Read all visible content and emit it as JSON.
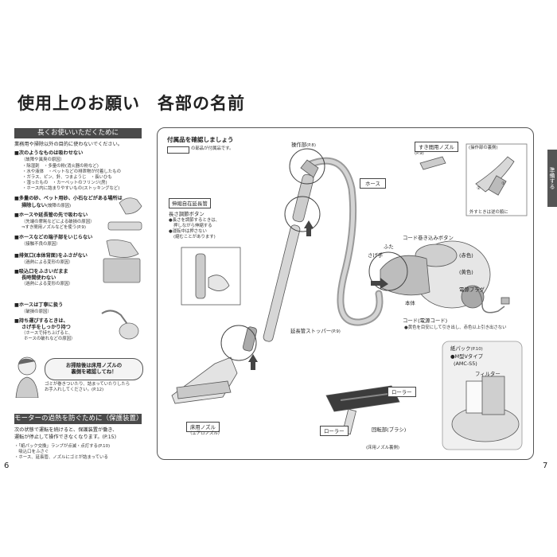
{
  "page_title": "使用上のお願い　各部の名前",
  "left": {
    "header1": "長くお使いいただくために",
    "intro": "業務用や掃除以外の目的に使わないでください。",
    "section1": {
      "title": "■次のようなものは吸わせない",
      "sub": "（故障や異臭の原因）",
      "items": [
        "・除湿剤　・多量の粉(消火器の粉など)",
        "・水や液体　・ペットなどの排泄物が付着したもの",
        "・ガラス、ピン、針、つまようじ　・長いひも",
        "・湿ったもの　・カーペットのフリンジ(房)",
        "・ホース内に詰まりやすいもの(ストッキングなど)"
      ]
    },
    "section2": {
      "title": "■多量の砂、ペット用砂、小石などがある場所は",
      "title2": "掃除しない",
      "sub": "(故障の原因)"
    },
    "section3": {
      "title": "■ホースや延長管の先で吸わない",
      "sub": "（先端の摩耗などによる破損の原因）",
      "note": "⇒すき間用ノズルなどを使う(P.9)"
    },
    "section4": {
      "title": "■ホースなどの端子部をいじらない",
      "sub": "（接触不良の原因）"
    },
    "section5": {
      "title": "■排気口(本体背面)をふさがない",
      "sub": "（過熱による変形の原因）"
    },
    "section6": {
      "title": "■吸込口をふさいだまま",
      "title2": "長時間使わない",
      "sub": "（過熱による変形の原因）"
    },
    "section7": {
      "title": "■ホースは丁寧に扱う",
      "sub": "（破損の原因）"
    },
    "section8": {
      "title": "■持ち運びするときは、",
      "title2": "さげ手をしっかり持つ",
      "sub": "（ホースで持ち上げると、",
      "sub2": "ホースの破れなどの原因）"
    },
    "bubble": {
      "line1": "お掃除後は床用ノズルの",
      "line2": "裏側を確認してね！"
    },
    "bubble_note": {
      "line1": "ゴミが巻きついたり、詰まっていたりしたら",
      "line2": "お手入れしてください。(P.12)"
    },
    "header2": "モーターの過熱を防ぐために（保護装置）",
    "motor_text": {
      "line1": "次の状態で運転を続けると、保護装置が働き、",
      "line2": "運転が停止して操作できなくなります。(P.15)"
    },
    "motor_items": [
      "・「紙パック交換」ランプが点滅・点灯する(P.10)",
      "　吸込口をふさぐ",
      "・ホース、延長管、ノズルにゴミが詰まっている"
    ],
    "page_number": "6"
  },
  "right": {
    "accessories": {
      "title": "付属品を確認しましょう",
      "note": "の部品が付属品です。"
    },
    "labels": {
      "sousabu": "操作部",
      "sousabu_ref": "(P.8)",
      "hose": "ホース",
      "sukima_nozzle": "すき間用ノズル",
      "sukima_ref": "(P.9)",
      "sousabu_back": "(操作部の裏側)",
      "remove_note": "外すときは逆の順に",
      "step1": "①",
      "step2": "②",
      "extension_pipe": "伸縮自在延長管",
      "length_button": "長さ調節ボタン",
      "length_note1": "●長さを調節するときは、",
      "length_note2": "押しながら伸縮する",
      "length_note3": "●運転中は押さない",
      "length_note4": "(縮むことがあります)",
      "cord_reel_button": "コード巻き込みボタン",
      "futa": "ふた",
      "sagete": "さげ手",
      "red": "(赤色)",
      "yellow": "(黄色)",
      "plug": "電源プラグ",
      "body": "本体",
      "cord": "コード(電源コード)",
      "cord_note": "●黄色を目安にして引き出し、赤色以上引き出さない",
      "stopper": "延長管ストッパー",
      "stopper_ref": "(P.9)",
      "floor_nozzle": "床用ノズル",
      "floor_nozzle_sub": "（エアロノズル）",
      "roller1": "ローラー",
      "roller2": "ローラー",
      "brush": "回転部(ブラシ)",
      "floor_back": "(床用ノズル裏側)",
      "paper_pack": "紙パック",
      "paper_pack_ref": "(P.10)",
      "mv_type": "●M型Vタイプ",
      "amc": "(AMC-S5)",
      "filter": "フィルター"
    },
    "side_tab": "準備する",
    "page_number": "7"
  },
  "colors": {
    "dark_header": "#4a4a4a",
    "panel_border": "#555555",
    "accent_gray": "#888888"
  }
}
